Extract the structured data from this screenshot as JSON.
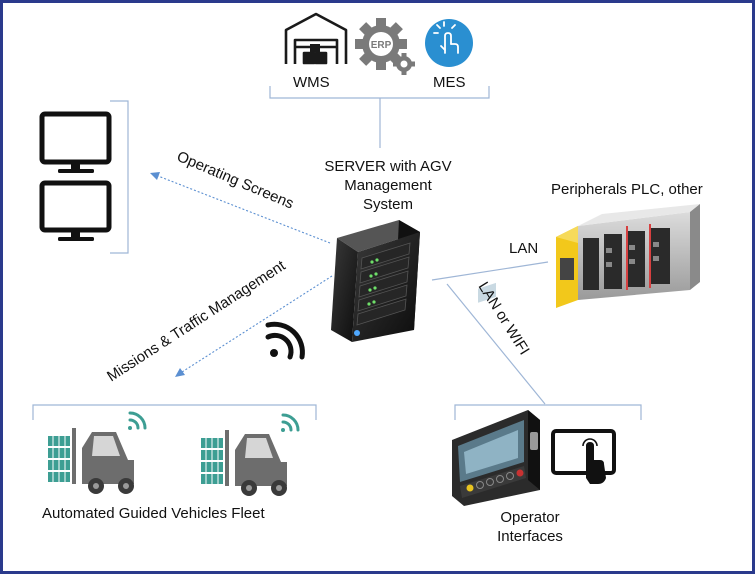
{
  "top_systems": {
    "wms": "WMS",
    "erp_badge": "ERP",
    "mes": "MES"
  },
  "server": {
    "line1": "SERVER with AGV",
    "line2": "Management",
    "line3": "System"
  },
  "peripherals": {
    "label": "Peripherals PLC, other"
  },
  "links": {
    "operating_screens": "Operating Screens",
    "missions": "Missions & Traffic Management",
    "lan": "LAN",
    "lan_wifi": "LAN or WIFI"
  },
  "fleet": {
    "label": "Automated Guided Vehicles Fleet"
  },
  "operator": {
    "line1": "Operator",
    "line2": "Interfaces"
  },
  "colors": {
    "frame": "#2a3a8c",
    "bracket": "#9fb6d6",
    "mes_circle": "#2a8fd1",
    "agv": "#3d9e93",
    "safety_yellow": "#f2c81b"
  },
  "icons": [
    "warehouse-icon",
    "gear-icon",
    "mes-icon",
    "monitor-icon",
    "server-icon",
    "wifi-icon",
    "plc-icon",
    "forklift-agv-icon",
    "industrial-panel-icon",
    "touch-tablet-icon"
  ]
}
